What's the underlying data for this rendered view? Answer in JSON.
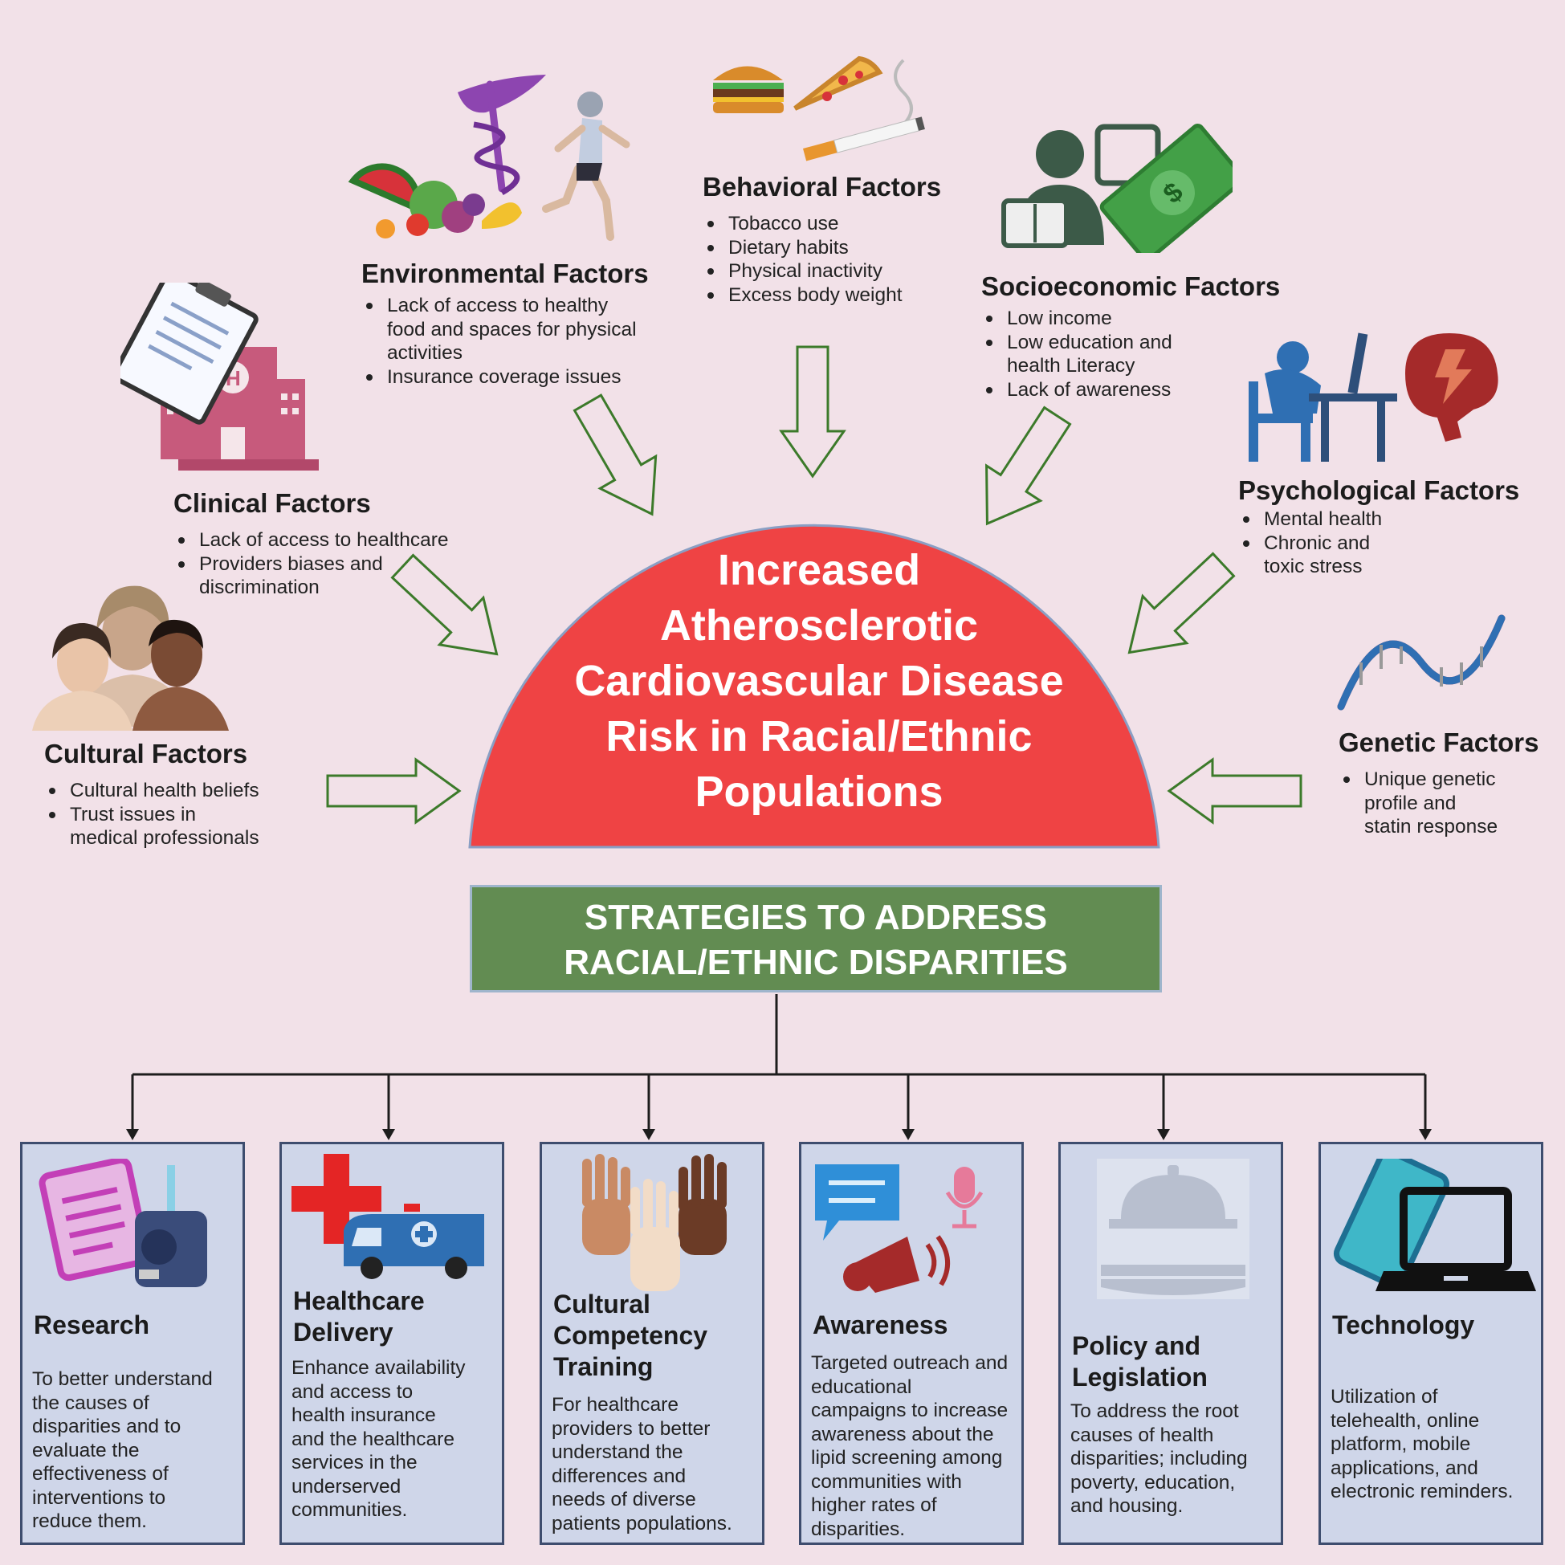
{
  "dome": {
    "title_lines": [
      "Increased",
      "Atherosclerotic",
      "Cardiovascular Disease",
      "Risk in Racial/Ethnic",
      "Populations"
    ],
    "color": "#ef4344"
  },
  "factors": {
    "environmental": {
      "title": "Environmental Factors",
      "items": [
        "Lack of access to healthy\nfood and spaces for physical\nactivities",
        "Insurance coverage issues"
      ]
    },
    "behavioral": {
      "title": "Behavioral Factors",
      "items": [
        "Tobacco use",
        "Dietary habits",
        "Physical inactivity",
        "Excess body weight"
      ]
    },
    "socioeconomic": {
      "title": "Socioeconomic Factors",
      "items": [
        "Low income",
        "Low education and\nhealth Literacy",
        "Lack of awareness"
      ]
    },
    "clinical": {
      "title": "Clinical Factors",
      "items": [
        "Lack of access to healthcare",
        "Providers biases and\ndiscrimination"
      ]
    },
    "psychological": {
      "title": "Psychological Factors",
      "items": [
        "Mental health",
        "Chronic and\ntoxic stress"
      ]
    },
    "cultural": {
      "title": "Cultural Factors",
      "items": [
        "Cultural health beliefs",
        "Trust issues in\nmedical professionals"
      ]
    },
    "genetic": {
      "title": "Genetic Factors",
      "items": [
        "Unique genetic\nprofile and\nstatin response"
      ]
    }
  },
  "strategies_banner": {
    "lines": [
      "STRATEGIES TO ADDRESS",
      "RACIAL/ETHNIC DISPARITIES"
    ],
    "color": "#628c52"
  },
  "strategies": [
    {
      "title": "Research",
      "desc": "To better understand\nthe causes of\ndisparities and to\nevaluate the\neffectiveness of\ninterventions to\nreduce them.",
      "icon": "clipboard-icon"
    },
    {
      "title": "Healthcare\nDelivery",
      "desc": "Enhance availability\nand access to\nhealth insurance\nand the healthcare\nservices in the\nunderserved\ncommunities.",
      "icon": "ambulance-icon"
    },
    {
      "title": "Cultural\nCompetency\nTraining",
      "desc": "For healthcare\nproviders to better\nunderstand the\ndifferences and\nneeds of diverse\npatients populations.",
      "icon": "hands-icon"
    },
    {
      "title": "Awareness",
      "desc": "Targeted outreach and\neducational\ncampaigns to increase\nawareness about the\nlipid screening among\ncommunities with\nhigher rates of\ndisparities.",
      "icon": "megaphone-icon"
    },
    {
      "title": "Policy and\nLegislation",
      "desc": "To address the root\ncauses of health\ndisparities; including\npoverty, education,\nand housing.",
      "icon": "capitol-icon"
    },
    {
      "title": "Technology",
      "desc": "Utilization of\ntelehealth, online\nplatform, mobile\napplications, and\nelectronic reminders.",
      "icon": "laptop-phone-icon"
    }
  ]
}
